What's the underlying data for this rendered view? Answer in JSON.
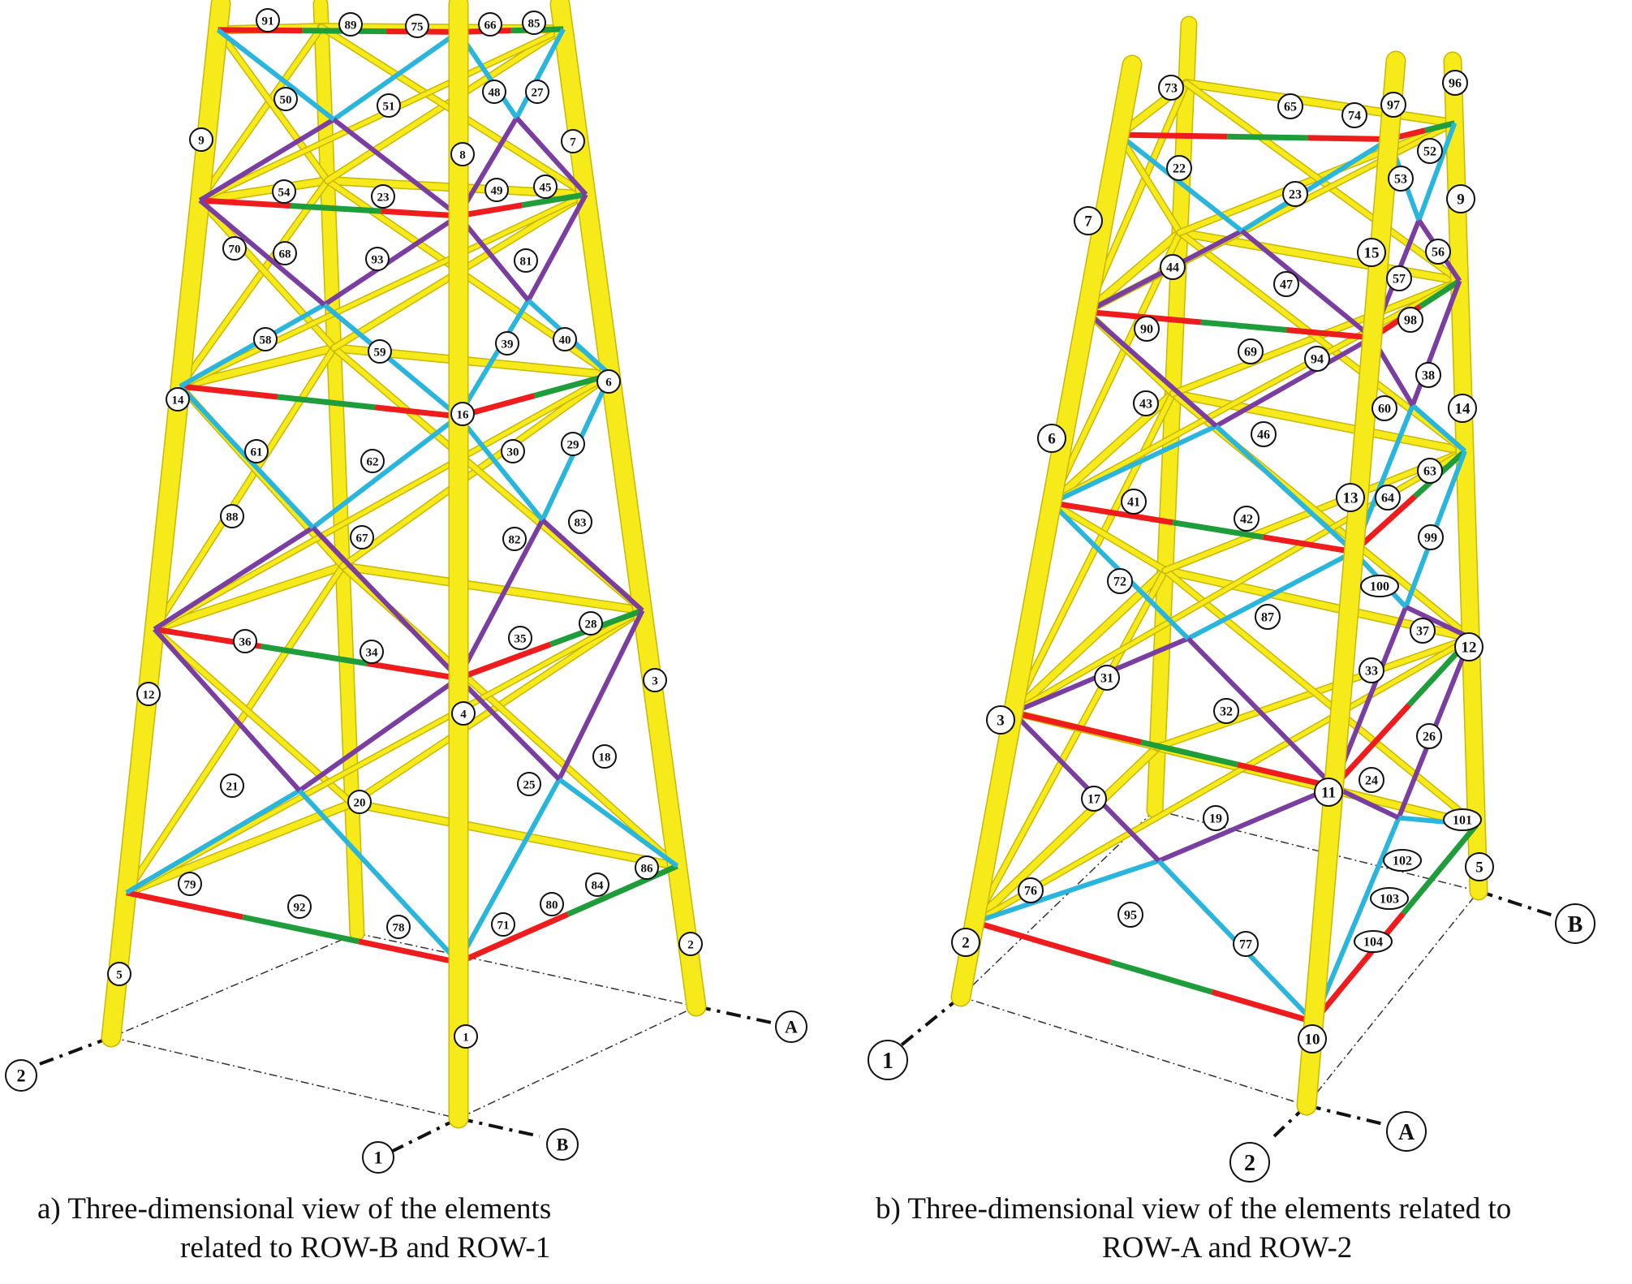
{
  "captions": {
    "a_line1": "a) Three-dimensional view of the elements",
    "a_line2": "related to ROW-B and ROW-1",
    "b_line1": "b) Three-dimensional view of the elements related to",
    "b_line2": "ROW-A and ROW-2"
  },
  "colors": {
    "tubular": "#f7ea1b",
    "tubular_edge": "#c9b800",
    "red": "#ee1c1c",
    "green": "#1f9d3a",
    "purple": "#7a3ea0",
    "cyan": "#2ab5dc"
  },
  "tower_a": {
    "element_labels": [
      "91",
      "89",
      "75",
      "66",
      "85",
      "50",
      "51",
      "48",
      "27",
      "9",
      "8",
      "7",
      "54",
      "23",
      "49",
      "45",
      "70",
      "68",
      "93",
      "81",
      "58",
      "59",
      "39",
      "40",
      "14",
      "16",
      "6",
      "61",
      "62",
      "30",
      "29",
      "88",
      "67",
      "82",
      "83",
      "36",
      "34",
      "35",
      "28",
      "12",
      "4",
      "3",
      "21",
      "20",
      "25",
      "18",
      "79",
      "92",
      "78",
      "71",
      "80",
      "84",
      "86",
      "5",
      "2",
      "1"
    ],
    "axis_labels": [
      "2",
      "A",
      "1",
      "B"
    ]
  },
  "tower_b": {
    "element_labels": [
      "73",
      "65",
      "74",
      "97",
      "96",
      "52",
      "22",
      "23",
      "53",
      "9",
      "7",
      "44",
      "47",
      "15",
      "56",
      "57",
      "90",
      "69",
      "94",
      "98",
      "43",
      "46",
      "60",
      "38",
      "14",
      "6",
      "41",
      "42",
      "13",
      "64",
      "63",
      "72",
      "87",
      "99",
      "100",
      "31",
      "32",
      "33",
      "37",
      "12",
      "3",
      "26",
      "24",
      "17",
      "19",
      "11",
      "101",
      "102",
      "103",
      "5",
      "76",
      "95",
      "77",
      "104",
      "2",
      "10"
    ],
    "axis_labels": [
      "1",
      "B",
      "2",
      "A"
    ]
  }
}
